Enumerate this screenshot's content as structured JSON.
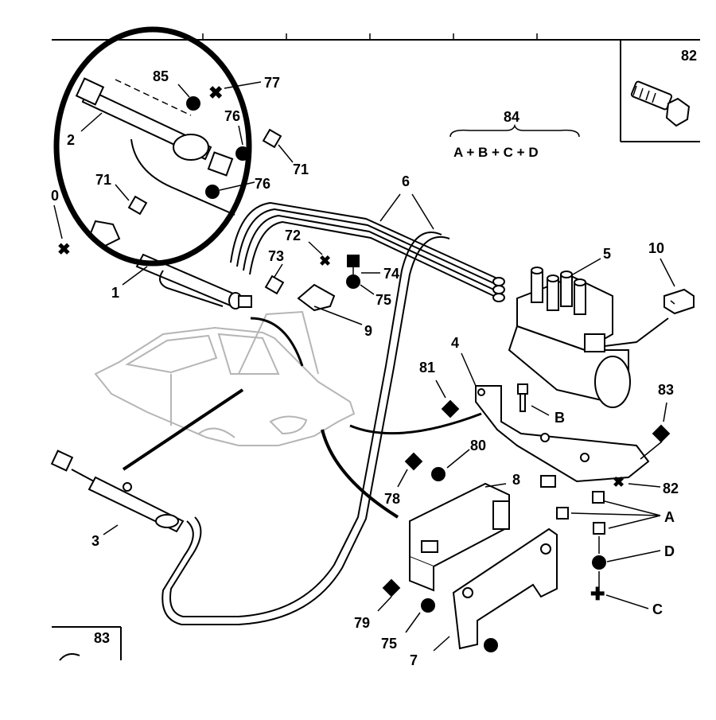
{
  "formula": {
    "number": "84",
    "text": "A + B + C + D"
  },
  "labels": {
    "l1": "1",
    "l2": "2",
    "l3": "3",
    "l4": "4",
    "l5": "5",
    "l6": "6",
    "l7": "7",
    "l8": "8",
    "l9": "9",
    "l10": "10",
    "l10_cut": "0",
    "l71a": "71",
    "l71b": "71",
    "l72": "72",
    "l73": "73",
    "l74": "74",
    "l75a": "75",
    "l75b": "75",
    "l76a": "76",
    "l76b": "76",
    "l77": "77",
    "l78": "78",
    "l79": "79",
    "l80": "80",
    "l81": "81",
    "l82_box": "82",
    "l82": "82",
    "l83_box": "83",
    "l83": "83",
    "l85": "85",
    "lA": "A",
    "lB": "B",
    "lC": "C",
    "lD": "D"
  }
}
